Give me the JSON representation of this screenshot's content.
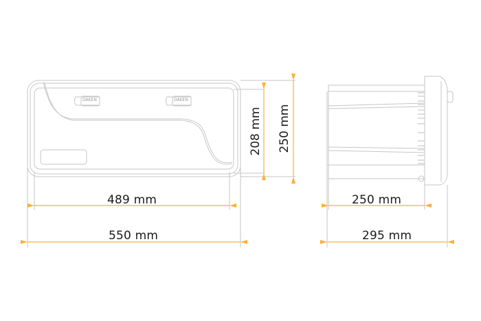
{
  "diagram": {
    "type": "technical-dimension-drawing",
    "accent_color": "#fbb034",
    "line_color": "#c8c8c8",
    "front_view": {
      "logo_badges": [
        "DAKEN",
        "DAKEN"
      ],
      "dimensions": {
        "inner_width": "489 mm",
        "outer_width": "550 mm",
        "inner_height": "208 mm",
        "outer_height": "250 mm"
      }
    },
    "side_view": {
      "dimensions": {
        "inner_depth": "250 mm",
        "outer_depth": "295 mm"
      }
    }
  }
}
